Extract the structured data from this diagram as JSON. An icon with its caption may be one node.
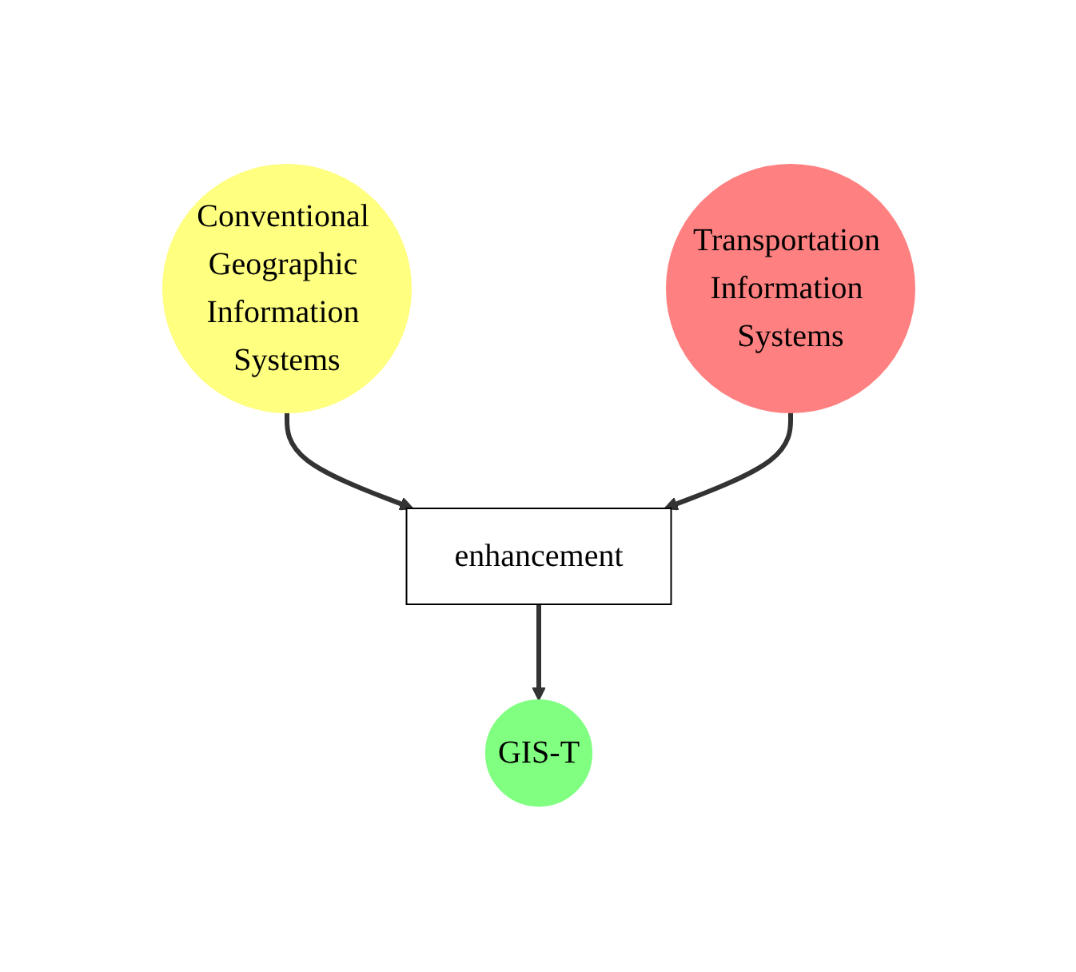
{
  "diagram": {
    "nodes": [
      {
        "text": [
          "Conventional Geographic Information Systems"
        ]
      },
      {
        "text": [
          "Transportation Information Systems"
        ]
      },
      {
        "text": [
          "enhancement"
        ]
      },
      {
        "text": [
          "GIS-T"
        ]
      }
    ],
    "edges": [
      {
        "from": 0,
        "to": 2,
        "arrow": "to"
      },
      {
        "from": 1,
        "to": 2,
        "arrow": "to"
      },
      {
        "from": 2,
        "to": 3,
        "arrow": "to"
      }
    ]
  }
}
